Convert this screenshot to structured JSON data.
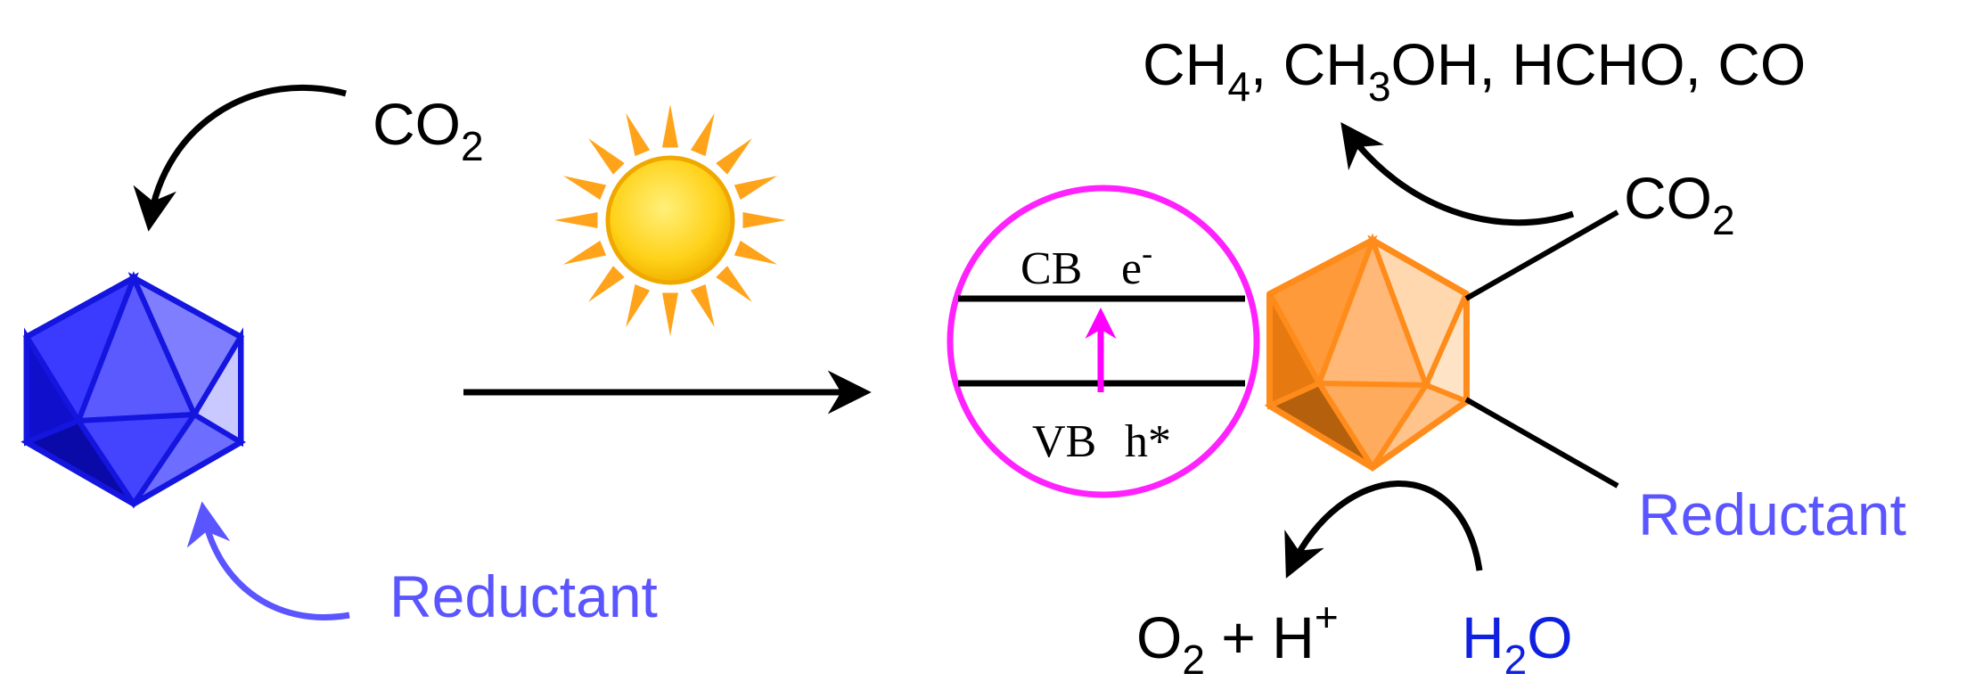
{
  "colors": {
    "black": "#000000",
    "reductant": "#5a55ff",
    "water": "#1020e0",
    "magenta": "#ff00ff",
    "cluster_blue": "#1515e0",
    "cluster_orange": "#ff8c1a",
    "sun_core": "#ffd21a",
    "sun_rays": "#ffa31a"
  },
  "left": {
    "co2": {
      "main": "CO",
      "sub": "2"
    },
    "reductant": "Reductant"
  },
  "band": {
    "cb": "CB",
    "e": "e",
    "e_sup": "-",
    "vb": "VB",
    "h": "h*"
  },
  "right": {
    "products": [
      {
        "main": "CH",
        "sub": "4",
        "tail": ", "
      },
      {
        "main": "CH",
        "sub": "3",
        "tail": "OH, "
      },
      {
        "main": "HCHO, CO",
        "sub": "",
        "tail": ""
      }
    ],
    "co2": {
      "main": "CO",
      "sub": "2"
    },
    "reductant": "Reductant",
    "o2": {
      "main": "O",
      "sub": "2",
      "mid": " + H",
      "sup": "+"
    },
    "h2o": {
      "main": "H",
      "sub": "2",
      "tail": "O"
    }
  },
  "icons": [
    "sun-icon",
    "cluster-blue-icon",
    "cluster-orange-icon"
  ]
}
